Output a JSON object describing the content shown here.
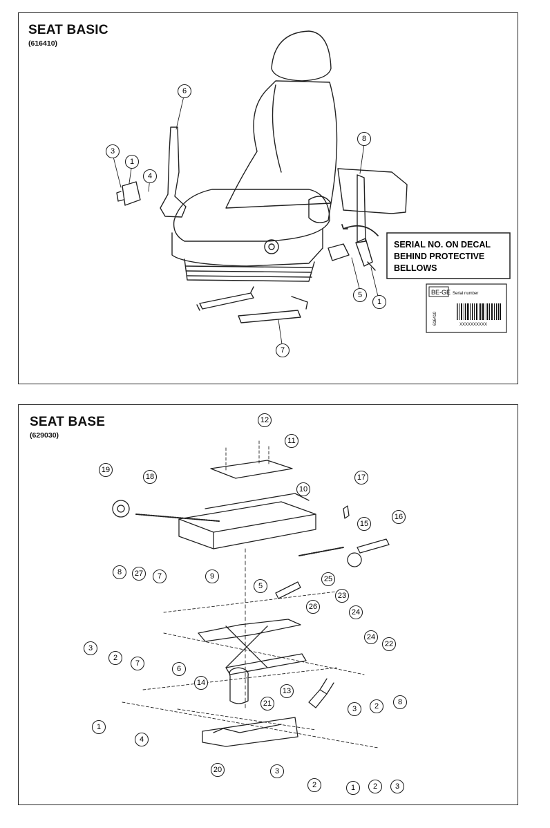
{
  "seat_basic": {
    "title": "SEAT BASIC",
    "code": "(616410)",
    "callout": [
      "SERIAL NO. ON DECAL",
      "BEHIND PROTECTIVE",
      "BELLOWS"
    ],
    "decal": {
      "brand": "BE-GE",
      "label": "Serial number",
      "vertical_code": "616410",
      "serial_placeholder": "XXXXXXXXXX"
    },
    "part_numbers": [
      "6",
      "3",
      "1",
      "4",
      "8",
      "5",
      "1",
      "7"
    ]
  },
  "seat_base": {
    "title": "SEAT BASE",
    "code": "(629030)",
    "part_numbers": [
      "12",
      "11",
      "19",
      "18",
      "10",
      "17",
      "15",
      "16",
      "8",
      "27",
      "7",
      "9",
      "5",
      "25",
      "26",
      "23",
      "24",
      "3",
      "2",
      "7",
      "6",
      "24",
      "22",
      "14",
      "13",
      "21",
      "3",
      "2",
      "8",
      "1",
      "4",
      "20",
      "3",
      "2",
      "1",
      "2",
      "3"
    ]
  }
}
